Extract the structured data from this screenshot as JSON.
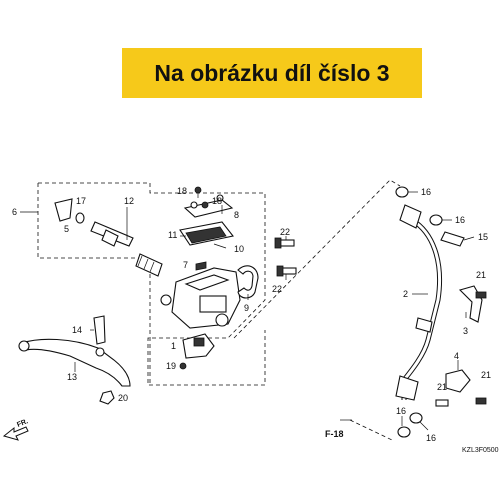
{
  "banner": {
    "text": "Na obrázku díl číslo 3",
    "color": "#f6c91a"
  },
  "diagram": {
    "callouts": [
      "1",
      "2",
      "3",
      "4",
      "5",
      "6",
      "7",
      "8",
      "9",
      "10",
      "11",
      "12",
      "13",
      "14",
      "15",
      "16",
      "17",
      "18",
      "19",
      "20",
      "21",
      "22"
    ],
    "reference": "F-18",
    "direction": "FR.",
    "code": "KZL3F0500"
  }
}
